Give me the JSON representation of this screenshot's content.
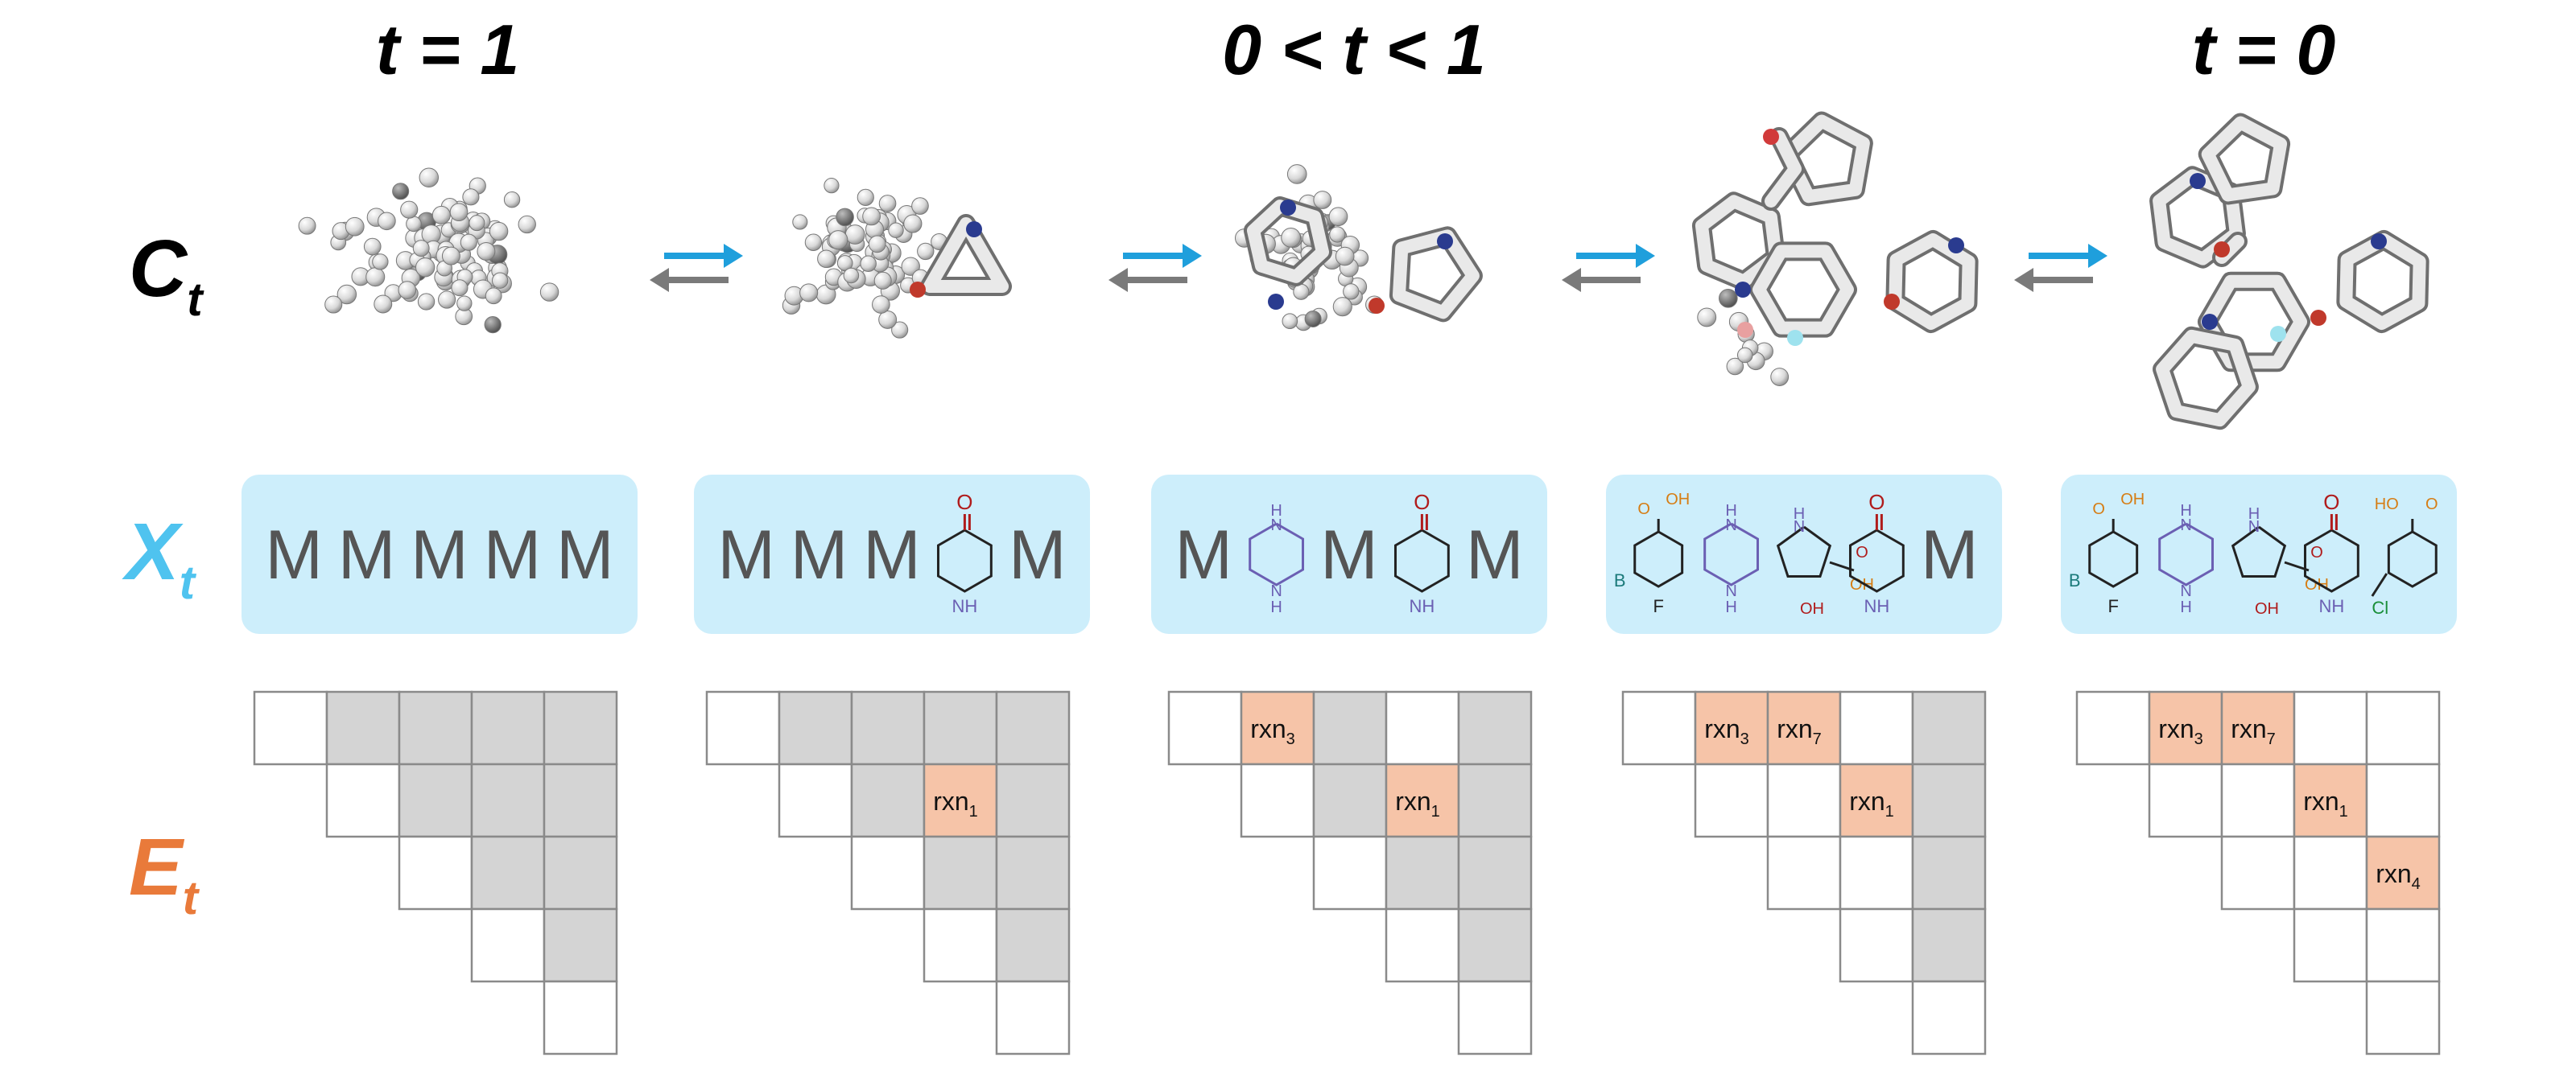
{
  "headers": [
    "t = 1",
    "0 < t < 1",
    "t = 0"
  ],
  "row_labels": {
    "c": {
      "main": "C",
      "sub": "t",
      "color": "#000000"
    },
    "x": {
      "main": "X",
      "sub": "t",
      "color": "#4fc3ef"
    },
    "e": {
      "main": "E",
      "sub": "t",
      "color": "#e97a3a"
    }
  },
  "colors": {
    "forward_arrow": "#1f9fdc",
    "backward_arrow": "#7a7a7a",
    "box_fill": "#cdeefb",
    "masked_cell": "#d4d4d4",
    "reaction_cell": "#f6c4a8",
    "grid_line": "#8a8a8a",
    "mask_token": "#555555"
  },
  "panels": [
    {
      "tokens": [
        "M",
        "M",
        "M",
        "M",
        "M"
      ],
      "grid": [
        [
          "",
          "m",
          "m",
          "m",
          "m"
        ],
        [
          null,
          "",
          "m",
          "m",
          "m"
        ],
        [
          null,
          null,
          "",
          "m",
          "m"
        ],
        [
          null,
          null,
          null,
          "",
          "m"
        ],
        [
          null,
          null,
          null,
          null,
          ""
        ]
      ]
    },
    {
      "tokens": [
        "M",
        "M",
        "M",
        "piperidinone",
        "M"
      ],
      "grid": [
        [
          "",
          "m",
          "m",
          "m",
          "m"
        ],
        [
          null,
          "",
          "m",
          "rxn|1",
          "m"
        ],
        [
          null,
          null,
          "",
          "m",
          "m"
        ],
        [
          null,
          null,
          null,
          "",
          "m"
        ],
        [
          null,
          null,
          null,
          null,
          ""
        ]
      ]
    },
    {
      "tokens": [
        "M",
        "piperazine",
        "M",
        "piperidinone",
        "M"
      ],
      "grid": [
        [
          "",
          "rxn|3",
          "m",
          "",
          "m"
        ],
        [
          null,
          "",
          "m",
          "rxn|1",
          "m"
        ],
        [
          null,
          null,
          "",
          "m",
          "m"
        ],
        [
          null,
          null,
          null,
          "",
          "m"
        ],
        [
          null,
          null,
          null,
          null,
          ""
        ]
      ]
    },
    {
      "tokens": [
        "benzoic-acid",
        "piperazine",
        "pyrrolidine-acid",
        "piperidinone",
        "M"
      ],
      "grid": [
        [
          "",
          "rxn|3",
          "rxn|7",
          "",
          "m"
        ],
        [
          null,
          "",
          "",
          "rxn|1",
          "m"
        ],
        [
          null,
          null,
          "",
          "",
          "m"
        ],
        [
          null,
          null,
          null,
          "",
          "m"
        ],
        [
          null,
          null,
          null,
          null,
          ""
        ]
      ]
    },
    {
      "tokens": [
        "benzoic-acid",
        "piperazine",
        "pyrrolidine-acid",
        "piperidinone",
        "benzyl-chloride-acid"
      ],
      "grid": [
        [
          "",
          "rxn|3",
          "rxn|7",
          "",
          ""
        ],
        [
          null,
          "",
          "",
          "rxn|1",
          ""
        ],
        [
          null,
          null,
          "",
          "",
          "rxn|4"
        ],
        [
          null,
          null,
          null,
          "",
          ""
        ],
        [
          null,
          null,
          null,
          null,
          ""
        ]
      ]
    }
  ],
  "molecule_text": {
    "carbonyl_o": "O",
    "amine_nh": "NH",
    "ring_n": "N",
    "ring_h": "H",
    "acid_oh": "OH",
    "acid_o": "O",
    "ho": "HO",
    "bromo": "B",
    "fluoro": "F",
    "chloro": "Cl",
    "nh2_label": "N",
    "h_label": "H"
  }
}
